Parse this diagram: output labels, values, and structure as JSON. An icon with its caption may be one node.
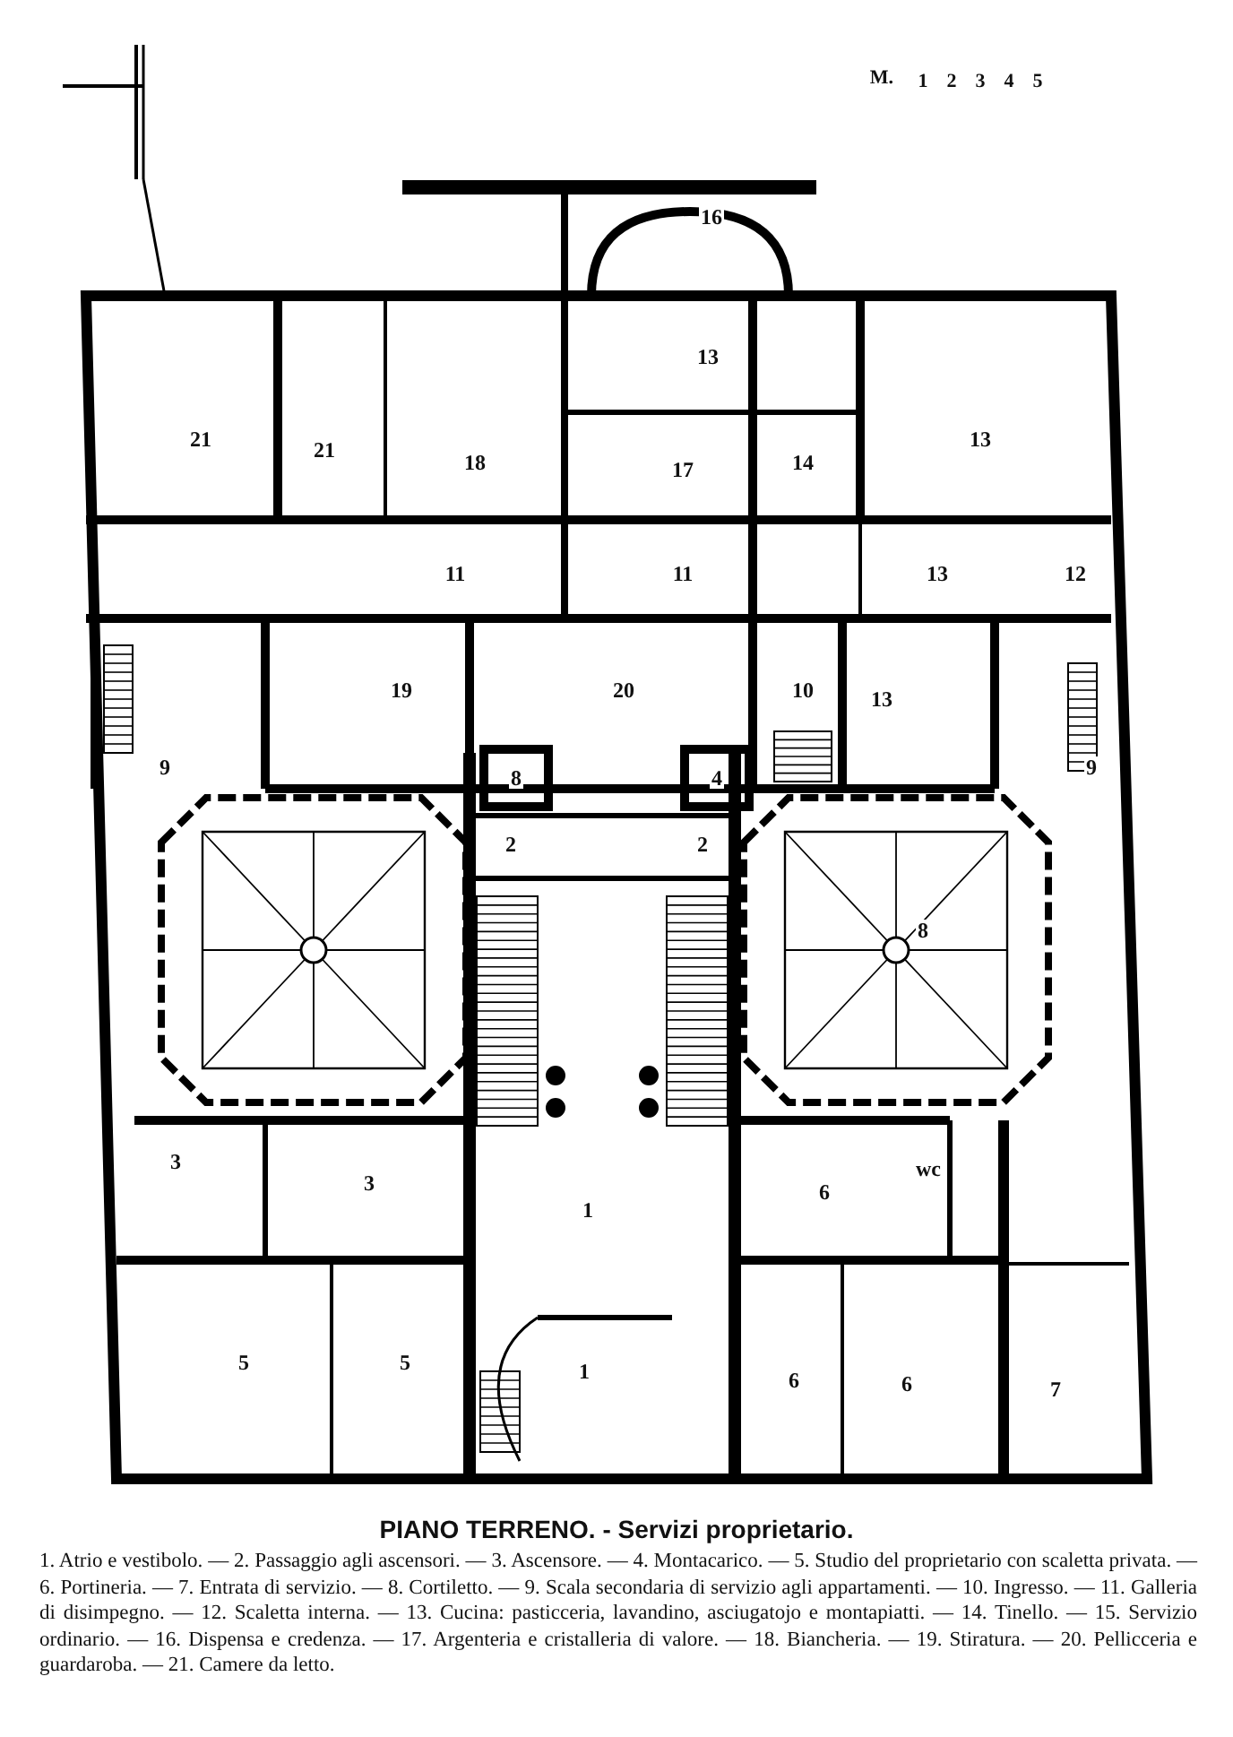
{
  "diagram": {
    "title": "PIANO TERRENO. - Servizi proprietario.",
    "caption": "1. Atrio e vestibolo. — 2. Passaggio agli ascensori. — 3. Ascensore. — 4. Montacarico. — 5. Studio del proprietario con scaletta privata. — 6. Portineria. — 7. Entrata di servizio. — 8. Cortiletto. — 9. Scala secondaria di servizio agli appartamenti. — 10. Ingresso. — 11. Galleria di disimpegno. — 12. Scaletta interna. — 13. Cucina: pasticceria, lavandino, asciugatojo e montapiatti. — 14. Tinello. — 15. Servizio ordinario. — 16. Dispensa e credenza. — 17. Argenteria e cristalleria di valore. — 18. Biancheria. — 19. Stiratura. — 20. Pellicceria e guardaroba. — 21. Camere da letto.",
    "labels": [
      "M.",
      "1",
      "2",
      "3",
      "4",
      "5",
      "16",
      "13",
      "21",
      "21",
      "18",
      "17",
      "14",
      "13",
      "11",
      "11",
      "13",
      "12",
      "19",
      "20",
      "10",
      "13",
      "9",
      "8",
      "4",
      "9",
      "2",
      "2",
      "8",
      "3",
      "3",
      "1",
      "6",
      "wc",
      "5",
      "5",
      "1",
      "6",
      "6",
      "7"
    ]
  }
}
